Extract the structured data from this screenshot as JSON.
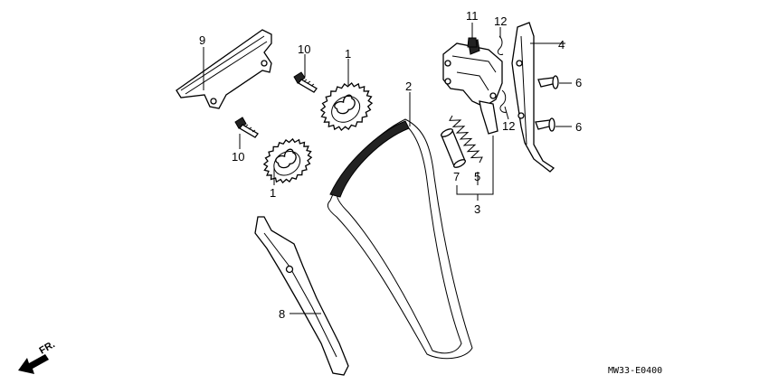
{
  "callouts": {
    "c1a": "1",
    "c1b": "1",
    "c2": "2",
    "c3": "3",
    "c4": "4",
    "c5": "5",
    "c6a": "6",
    "c6b": "6",
    "c7": "7",
    "c8": "8",
    "c9": "9",
    "c10a": "10",
    "c10b": "10",
    "c11": "11",
    "c12a": "12",
    "c12b": "12"
  },
  "direction_label": "FR.",
  "diagram_code": "MW33-E0400"
}
